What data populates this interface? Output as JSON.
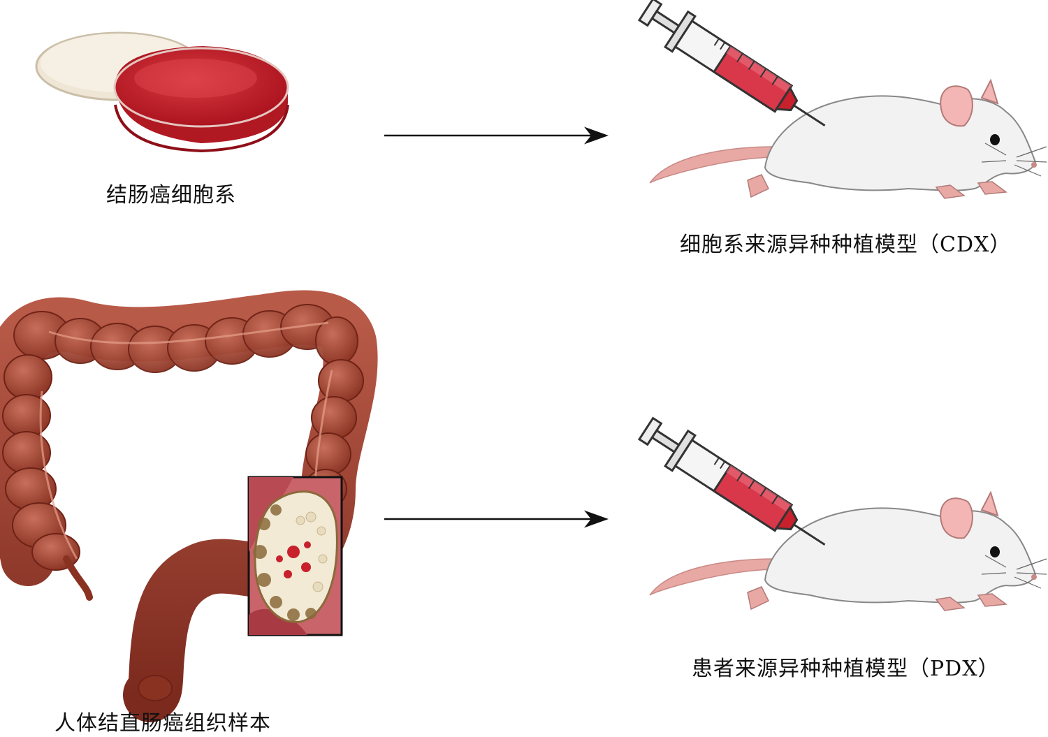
{
  "labels": {
    "cell_line": "结肠癌细胞系",
    "cdx_model": "细胞系来源异种种植模型（CDX）",
    "tissue_sample": "人体结直肠癌组织样本",
    "pdx_model": "患者来源异种种植模型（PDX）"
  },
  "colors": {
    "colon": "#9a3a2a",
    "culture_medium": "#c21f2a",
    "syringe_fluid": "#d8384a",
    "mouse_body": "#f2f2f2",
    "mouse_ear": "#f3b6b4",
    "tail": "#e8a8a4"
  },
  "icons": [
    "petri-dish-icon",
    "colon-illustration",
    "tumor-inset-icon",
    "syringe-icon",
    "mouse-icon",
    "arrow-icon"
  ]
}
